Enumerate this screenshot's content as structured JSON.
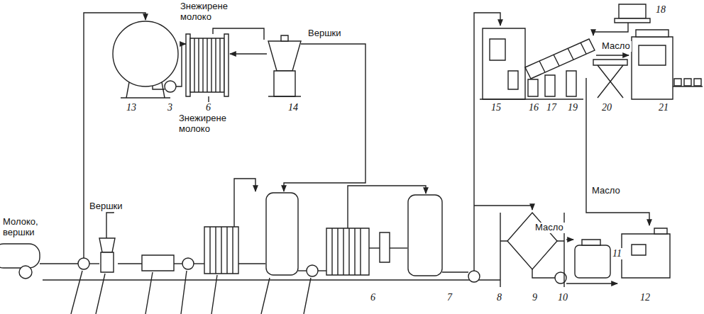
{
  "diagram": {
    "labels": [
      "Знежирене молоко",
      "Вершки",
      "13",
      "3",
      "6",
      "Знежирене молоко",
      "14",
      "18",
      "Масло",
      "15",
      "16",
      "17",
      "19",
      "20",
      "21",
      "Вершки",
      "Молоко, вершки",
      "Масло",
      "Масло",
      "11",
      "6",
      "7",
      "8",
      "9",
      "10",
      "12"
    ]
  }
}
